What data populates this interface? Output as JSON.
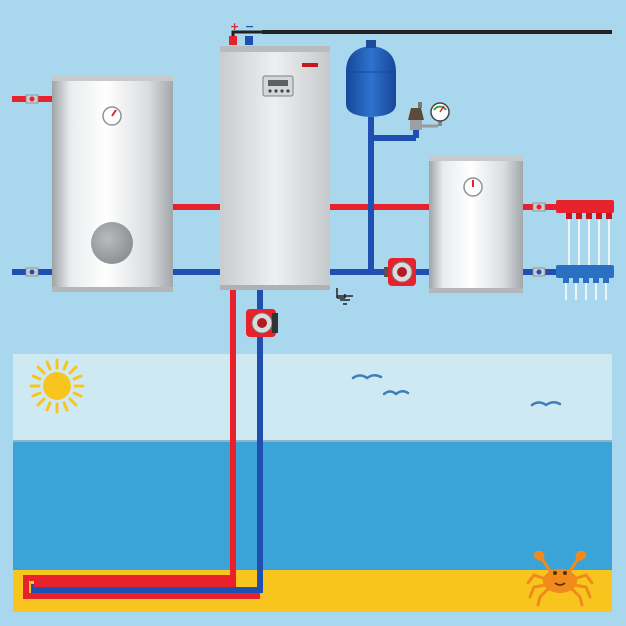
{
  "scene": {
    "power_terminals": {
      "positive": "+",
      "negative": "−"
    },
    "colors": {
      "background": "#a9d8ee",
      "hot_pipe": "#e8222c",
      "cold_pipe": "#1f4fb0",
      "sky": "#cfe9f3",
      "sea": "#3aa3d8",
      "sand": "#f7c51e",
      "sun": "#f7c51e",
      "crab": "#f08a1c",
      "expansion_tank": "#1f5fb8"
    },
    "components": [
      {
        "name": "storage-tank",
        "icon": "water-heater-tank"
      },
      {
        "name": "heat-pump-unit",
        "icon": "heat-pump-cabinet"
      },
      {
        "name": "expansion-vessel",
        "icon": "expansion-tank"
      },
      {
        "name": "buffer-tank",
        "icon": "buffer-tank"
      },
      {
        "name": "manifold",
        "icon": "floor-heating-manifold"
      },
      {
        "name": "circulation-pump",
        "icon": "pump"
      },
      {
        "name": "ground-loop",
        "icon": "ground-collector"
      }
    ]
  }
}
